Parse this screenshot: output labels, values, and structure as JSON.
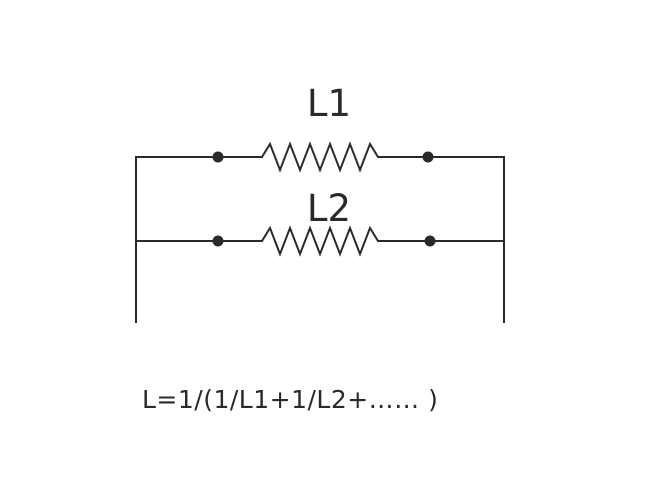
{
  "labels": {
    "top": "L1",
    "bottom": "L2"
  },
  "formula": "L=1/(1/L1+1/L2+…… )"
}
